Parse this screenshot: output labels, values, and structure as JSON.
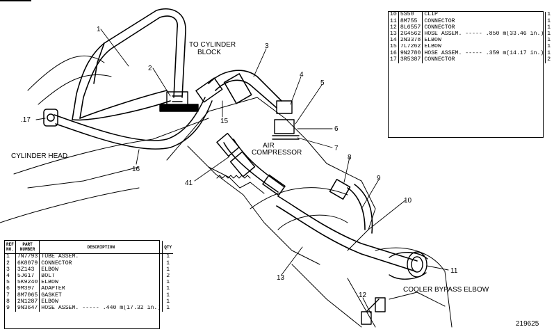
{
  "labels": {
    "to_cylinder_block": [
      "TO CYLINDER",
      "BLOCK"
    ],
    "cylinder_head": "CYLINDER HEAD",
    "air_compressor": [
      "AIR",
      "COMPRESSOR"
    ],
    "cooler_bypass_elbow": "COOLER BYPASS ELBOW",
    "figure_number": "219625",
    "callouts": [
      "1",
      "2",
      "3",
      "4",
      "5",
      "6",
      "7",
      "8",
      "9",
      "10",
      "11",
      "12",
      "13",
      "15",
      "16",
      ".17",
      "41"
    ]
  },
  "table_top": {
    "rows": [
      {
        "ref": "10",
        "part": "5S50",
        "desc": "CLIP",
        "qty": "1"
      },
      {
        "ref": "11",
        "part": "8M755",
        "desc": "CONNECTOR",
        "qty": "1"
      },
      {
        "ref": "12",
        "part": "8L6557",
        "desc": "CONNECTOR",
        "qty": "1"
      },
      {
        "ref": "13",
        "part": "2G4562",
        "desc": "HOSE ASSEM. ----- .850 m(33.46 in.)",
        "qty": "1"
      },
      {
        "ref": "14",
        "part": "2N3378",
        "desc": "ELBOW",
        "qty": "1"
      },
      {
        "ref": "15",
        "part": "7L7262",
        "desc": "ELBOW",
        "qty": "1"
      },
      {
        "ref": "16",
        "part": "9N2780",
        "desc": "HOSE ASSEM. ----- .359 m(14.17 in.)",
        "qty": "1"
      },
      {
        "ref": "17",
        "part": "3R5387",
        "desc": "CONNECTOR",
        "qty": "2"
      }
    ]
  },
  "table_bottom": {
    "headers": {
      "ref": "REF NO.",
      "part": "PART NUMBER",
      "desc": "DESCRIPTION",
      "qty": "QTY"
    },
    "rows": [
      {
        "ref": "1",
        "part": "7N7793",
        "desc": "TUBE ASSEM.",
        "qty": "1"
      },
      {
        "ref": "2",
        "part": "6K8079",
        "desc": "CONNECTOR",
        "qty": "1"
      },
      {
        "ref": "3",
        "part": "3Z143",
        "desc": "ELBOW",
        "qty": "1"
      },
      {
        "ref": "4",
        "part": "5J617",
        "desc": "BOLT",
        "qty": "2"
      },
      {
        "ref": "5",
        "part": "5K9240",
        "desc": "ELBOW",
        "qty": "1"
      },
      {
        "ref": "6",
        "part": "9M397",
        "desc": "ADAPTER",
        "qty": "1"
      },
      {
        "ref": "7",
        "part": "8M7065",
        "desc": "GASKET",
        "qty": "1"
      },
      {
        "ref": "8",
        "part": "2N1287",
        "desc": "ELBOW",
        "qty": "1"
      },
      {
        "ref": "9",
        "part": "9N3647",
        "desc": "HOSE ASSEM. ----- .440 m(17.32 in.)",
        "qty": "1"
      }
    ]
  }
}
